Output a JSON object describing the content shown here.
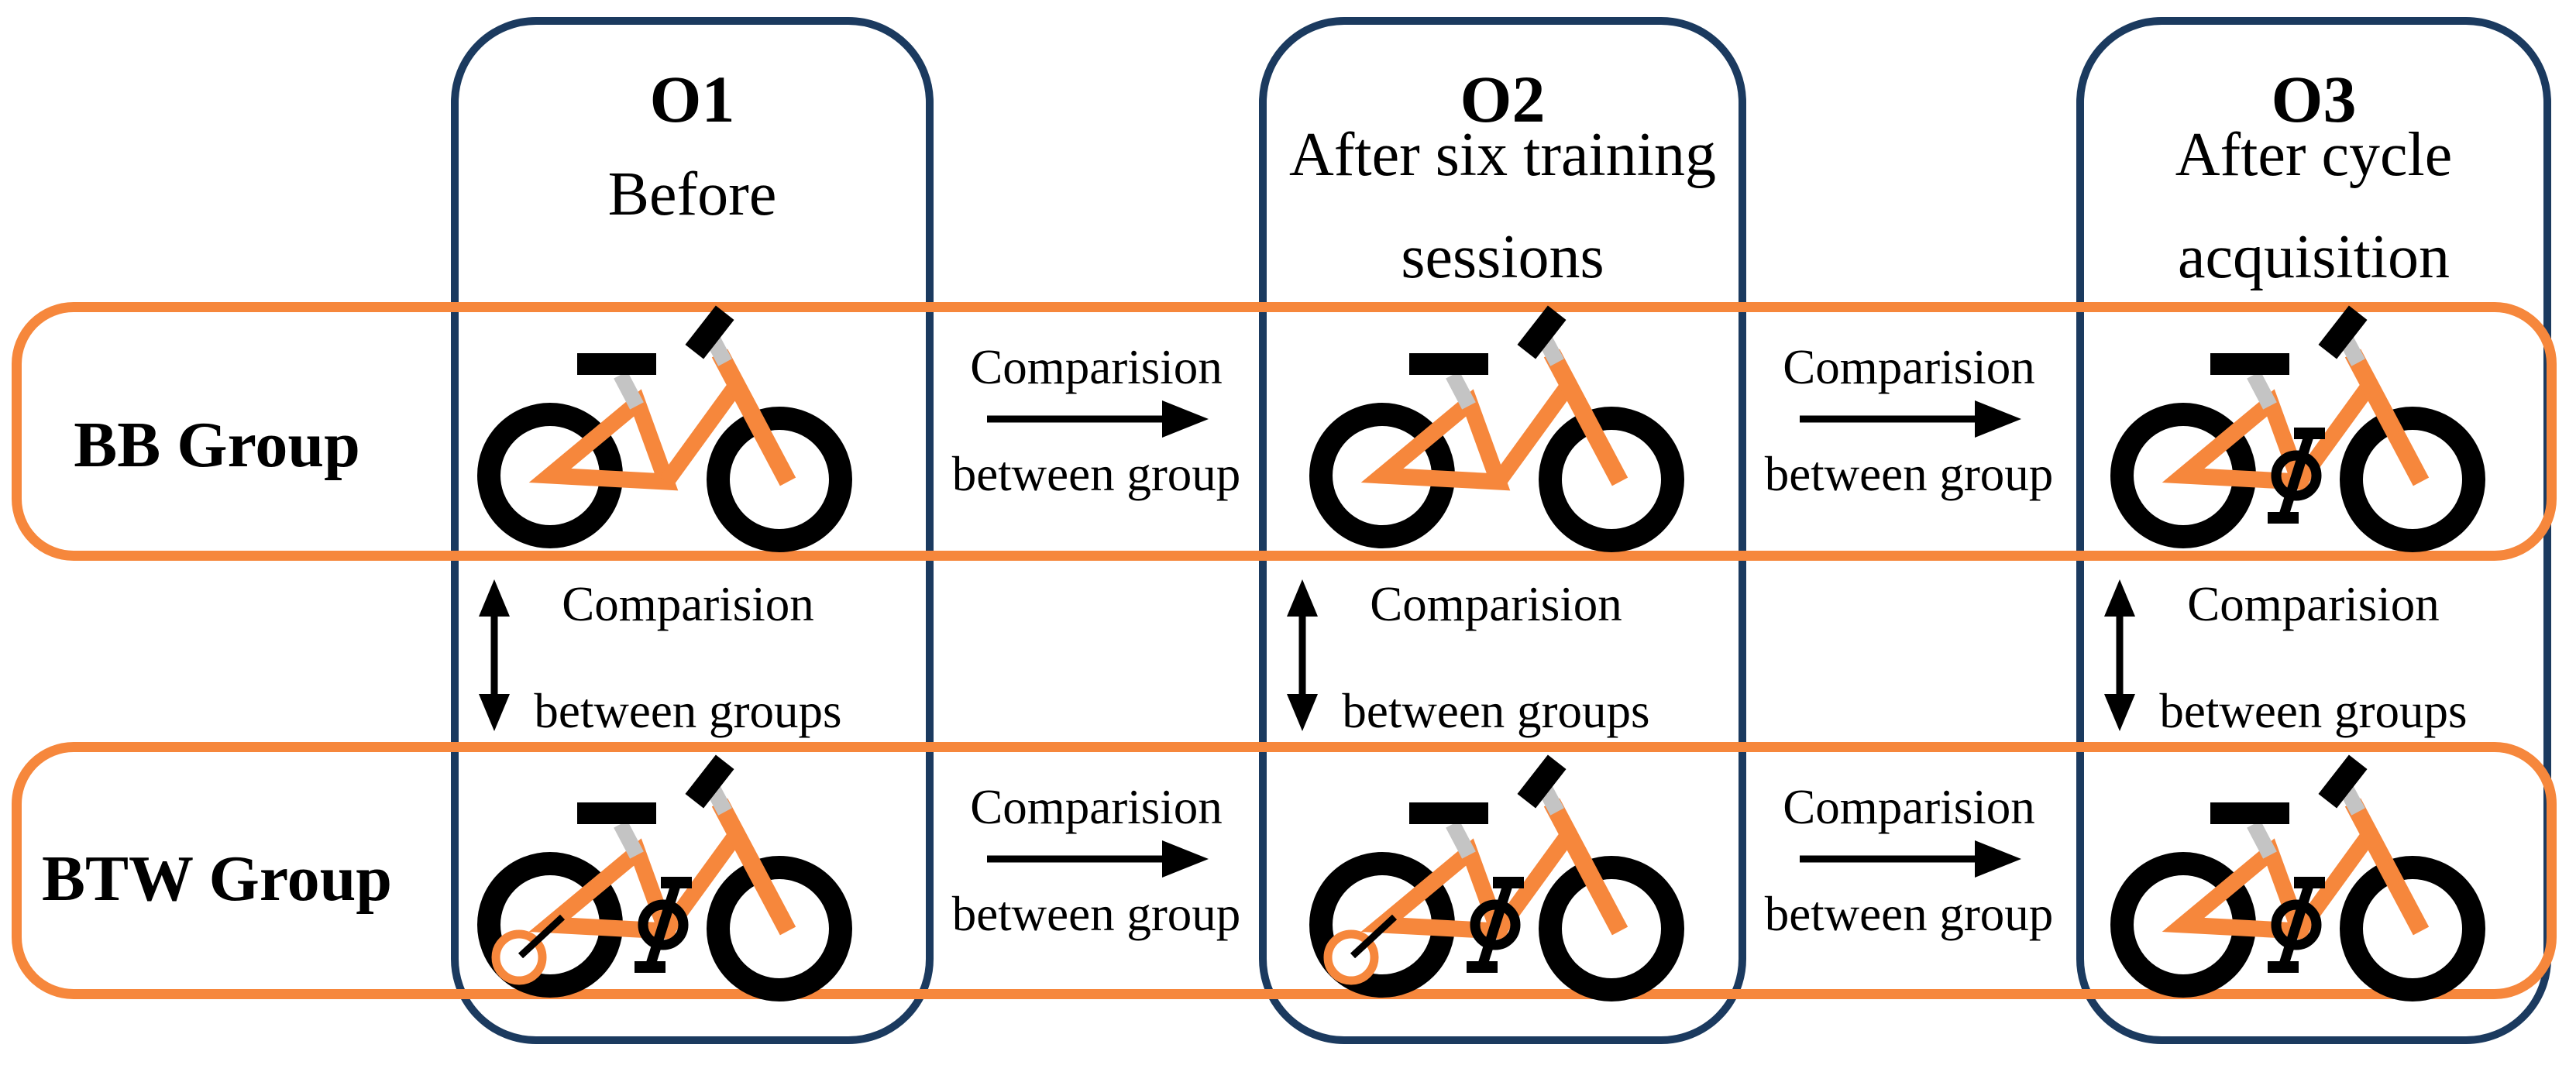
{
  "columns": [
    {
      "title": "O1",
      "subtitle_lines": [
        "Before"
      ]
    },
    {
      "title": "O2",
      "subtitle_lines": [
        "After six training",
        "sessions"
      ]
    },
    {
      "title": "O3",
      "subtitle_lines": [
        "After cycle",
        "acquisition"
      ]
    }
  ],
  "rows": [
    {
      "label": "BB Group",
      "bikes": [
        "balance",
        "balance",
        "pedal"
      ]
    },
    {
      "label": "BTW Group",
      "bikes": [
        "training",
        "training",
        "pedal"
      ]
    }
  ],
  "labels": {
    "between_group_line1": "Comparision",
    "between_group_line2": "between group",
    "between_groups_line1": "Comparision",
    "between_groups_line2": "between groups"
  },
  "colors": {
    "orange": "#F6873C",
    "navy": "#1B3A5F",
    "bike_black": "#000000",
    "bike_gray": "#C4C4C4"
  }
}
